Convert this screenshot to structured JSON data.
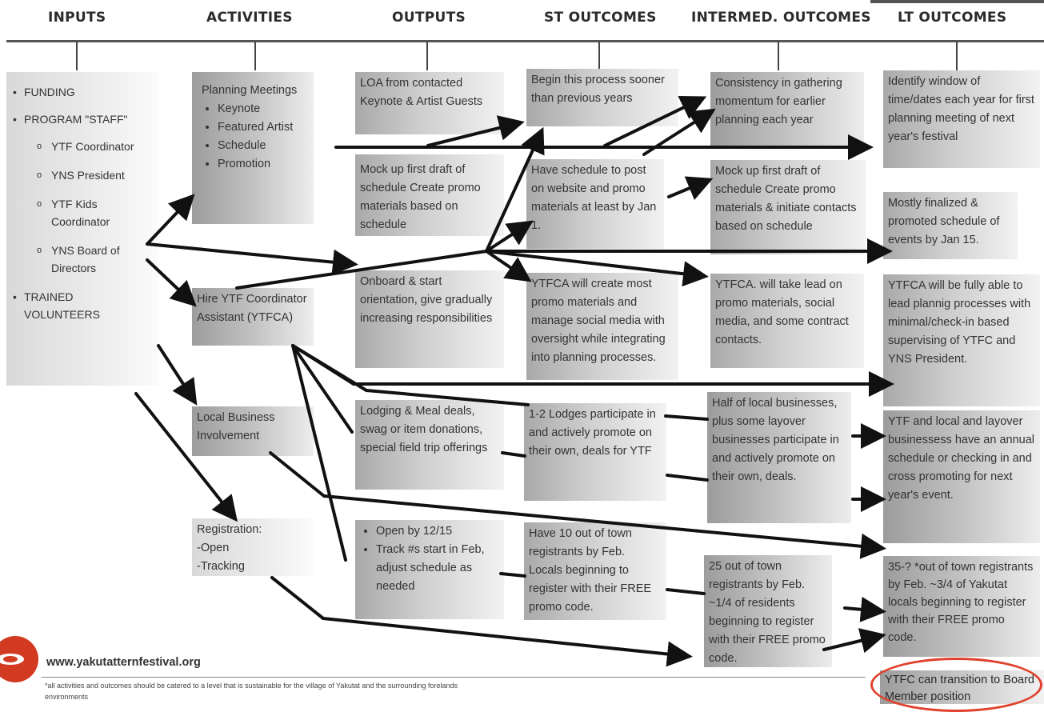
{
  "headers": {
    "inputs": "INPUTS",
    "activities": "ACTIVITIES",
    "outputs": "OUTPUTS",
    "st": "ST OUTCOMES",
    "intermed": "INTERMED. OUTCOMES",
    "lt": "LT OUTCOMES"
  },
  "inputs": {
    "funding": "FUNDING",
    "staff": "PROGRAM \"STAFF\"",
    "ytf_coord": "YTF Coordinator",
    "yns_pres": "YNS President",
    "kids_coord": "YTF Kids Coordinator",
    "yns_board": "YNS Board of Directors",
    "volunteers": "TRAINED VOLUNTEERS"
  },
  "activities": {
    "planning_title": "Planning Meetings",
    "planning_items": [
      "Keynote",
      "Featured Artist",
      "Schedule",
      "Promotion"
    ],
    "hire": "Hire YTF Coordinator Assistant (YTFCA)",
    "local": "Local Business Involvement",
    "registration": "Registration:\n-Open\n-Tracking"
  },
  "outputs": {
    "loa": "LOA from contacted Keynote & Artist Guests",
    "mockup": "Mock up first draft of schedule Create promo materials based on schedule",
    "onboard": "Onboard  & start orientation, give gradually increasing responsibilities",
    "lodging": "Lodging & Meal deals, swag or item donations, special field trip offerings",
    "open_items": [
      "Open by 12/15",
      "Track #s start in Feb, adjust schedule as needed"
    ]
  },
  "st": {
    "begin": "Begin this process sooner than previous years",
    "schedule": "Have schedule to post on website and promo materials at least by Jan 1.",
    "ytfca": "YTFCA will create most promo materials and manage social media with oversight while integrating into planning processes.",
    "lodges": "1-2 Lodges participate in and actively  promote on their own, deals for YTF",
    "registrants": "Have 10 out of town registrants by Feb. Locals beginning to register with their FREE promo code."
  },
  "intermed": {
    "consistency": "Consistency in gathering momentum for earlier planning each year",
    "mockup": "Mock up first draft of schedule Create promo materials & initiate contacts based on schedule",
    "ytfca": "YTFCA. will take lead on promo materials, social media, and some contract contacts.",
    "half": "Half of local businesses, plus some layover businesses participate in and actively  promote on their own, deals.",
    "registrants": "25 out of town registrants by Feb. ~1/4 of residents beginning to register with their FREE promo code."
  },
  "lt": {
    "identify": "Identify window of time/dates each year for first planning meeting of next year's festival",
    "finalized": "Mostly finalized & promoted schedule of events by Jan 15.",
    "ytfca": "YTFCA will be fully able to lead plannig processes with minimal/check-in based supervising of YTFC and YNS President.",
    "local": "YTF and local and layover businessess have an annual schedule or checking in and cross promoting for next year's event.",
    "registrants": "35-? *out of town registrants by Feb. ~3/4 of Yakutat locals beginning to register with their FREE promo code.",
    "transition": "YTFC can transition to Board Member position"
  },
  "footer": {
    "url": "www.yakutatternfestival.org",
    "note": "*all activities and outcomes should be catered to a level that is sustainable for the village of Yakutat and the surrounding forelands environments"
  },
  "colors": {
    "arrow": "#111111",
    "highlight_circle": "#e0412c",
    "logo": "#d23a22"
  }
}
